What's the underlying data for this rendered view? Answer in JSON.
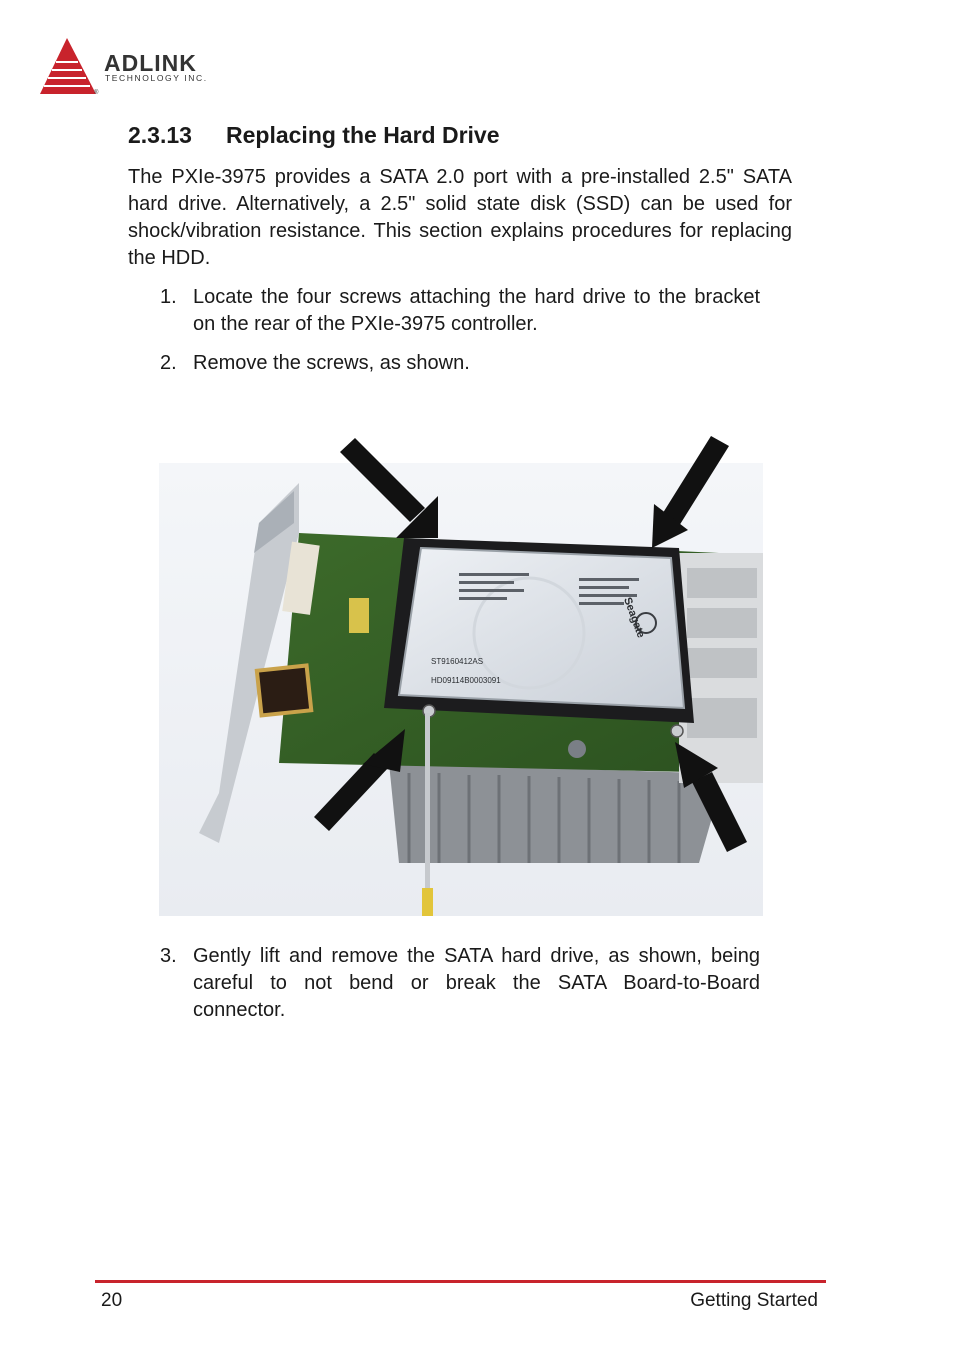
{
  "header": {
    "logo_word": "ADLINK",
    "logo_sub": "TECHNOLOGY INC.",
    "logo_reg": "®",
    "brand_color": "#c8232c"
  },
  "section": {
    "number": "2.3.13",
    "title": "Replacing the Hard Drive"
  },
  "intro": "The PXIe-3975 provides a SATA 2.0 port with a pre-installed 2.5\" SATA hard drive. Alternatively, a 2.5\" solid state disk (SSD) can be used for shock/vibration resistance. This section explains procedures for replacing the HDD.",
  "steps": [
    {
      "num": "1.",
      "text": "Locate the four screws attaching the hard drive to the bracket on the rear of the PXIe-3975 controller."
    },
    {
      "num": "2.",
      "text": "Remove the screws, as shown."
    },
    {
      "num": "3.",
      "text": "Gently lift and remove the SATA hard drive, as shown, being careful to not bend or break the SATA Board-to-Board connector."
    }
  ],
  "photo": {
    "drive_label": "Seagate",
    "drive_model": "ST9160412AS",
    "drive_serial": "HD09114B0003091"
  },
  "footer": {
    "page_number": "20",
    "section_name": "Getting Started"
  }
}
